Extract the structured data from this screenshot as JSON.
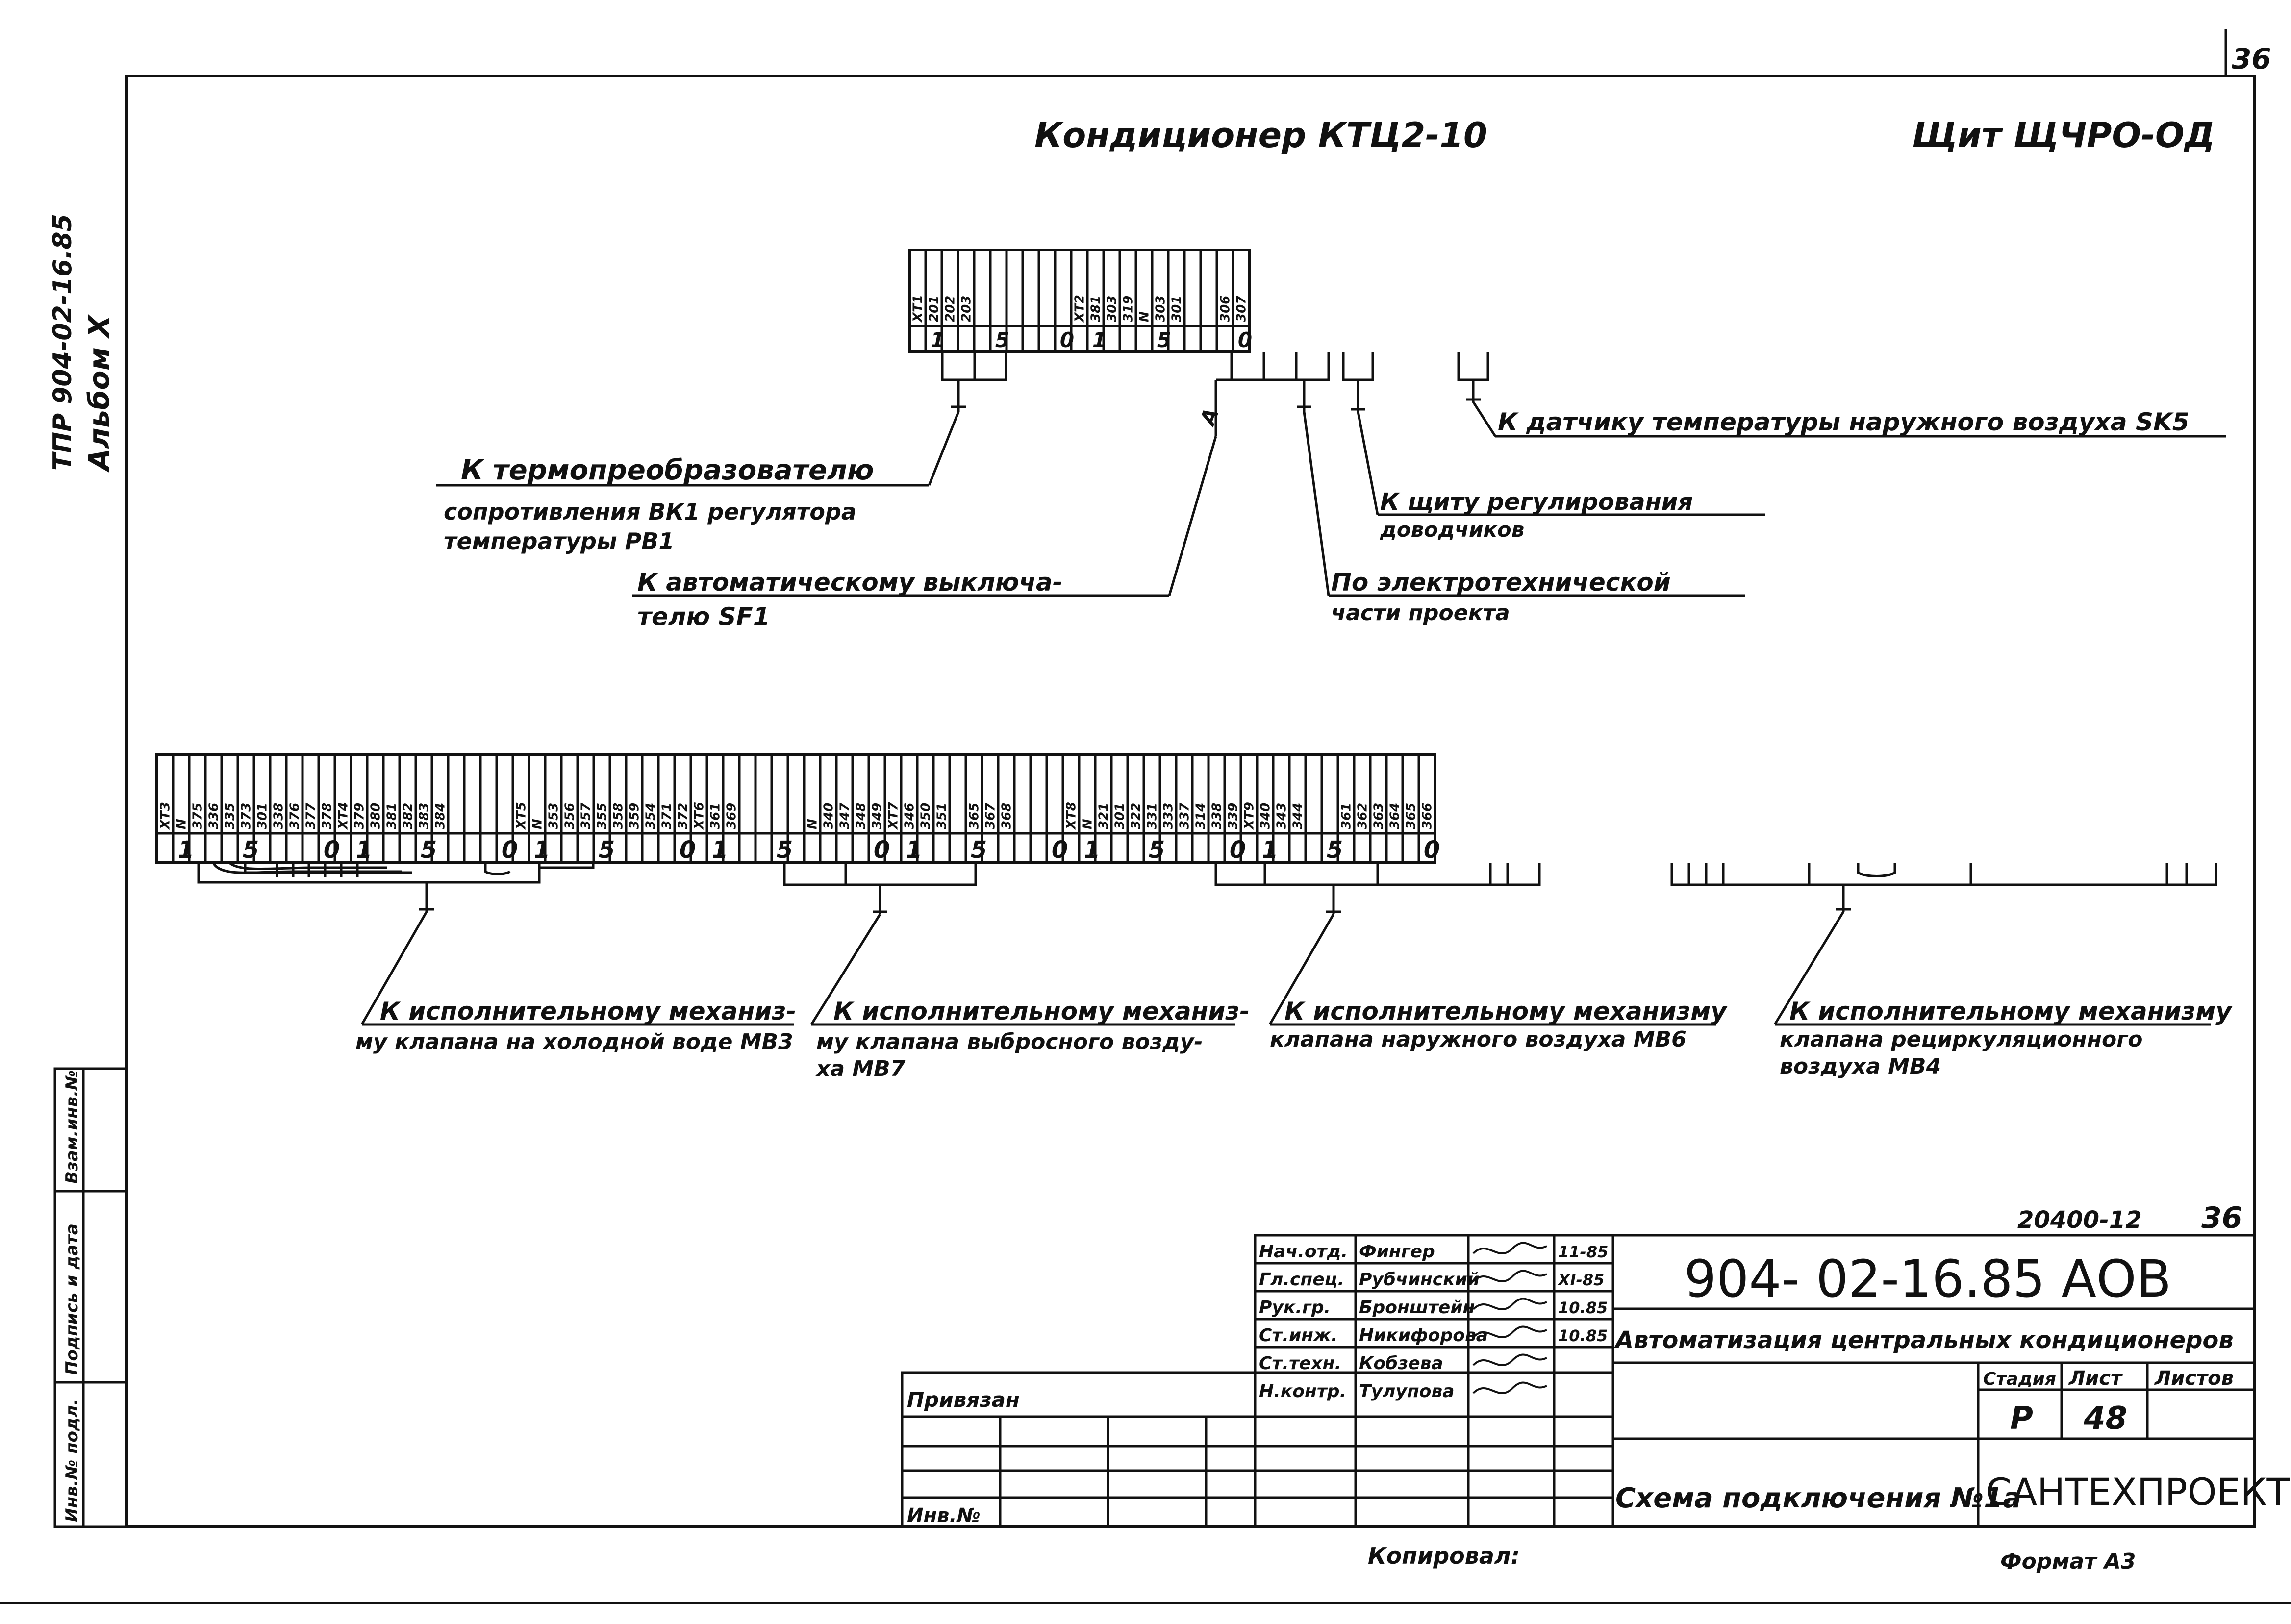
{
  "sheet_corner": "36",
  "side": {
    "project_line1": "ТПР 904-02-16.85",
    "project_line2": "Альбом X"
  },
  "header": {
    "conditioner": "Кондиционер КТЦ2-10",
    "panel": "Щит ЩЧРО-ОД"
  },
  "top_strip": {
    "cells": [
      {
        "top": "XT1",
        "bottom": ""
      },
      {
        "top": "201",
        "bottom": "1"
      },
      {
        "top": "202",
        "bottom": ""
      },
      {
        "top": "203",
        "bottom": ""
      },
      {
        "top": "",
        "bottom": ""
      },
      {
        "top": "",
        "bottom": "5"
      },
      {
        "top": "",
        "bottom": ""
      },
      {
        "top": "",
        "bottom": ""
      },
      {
        "top": "",
        "bottom": ""
      },
      {
        "top": "",
        "bottom": "0"
      },
      {
        "top": "XT2",
        "bottom": ""
      },
      {
        "top": "381",
        "bottom": "1"
      },
      {
        "top": "303",
        "bottom": ""
      },
      {
        "top": "319",
        "bottom": ""
      },
      {
        "top": "N",
        "bottom": ""
      },
      {
        "top": "303",
        "bottom": "5"
      },
      {
        "top": "301",
        "bottom": ""
      },
      {
        "top": "",
        "bottom": ""
      },
      {
        "top": "",
        "bottom": ""
      },
      {
        "top": "306",
        "bottom": ""
      },
      {
        "top": "307",
        "bottom": "0"
      }
    ]
  },
  "top_labels": {
    "a_line1": "К термопреобразователю",
    "a_line2": "сопротивления ВК1 регулятора",
    "a_line3": "температуры РВ1",
    "b_line1": "К автоматическому выключа-",
    "b_line2": "телю SF1",
    "c_line1": "По электротехнической",
    "c_line2": "части проекта",
    "d_line1": "К щиту регулирования",
    "d_line2": "доводчиков",
    "e_line1": "К датчику температуры наружного воздуха SK5",
    "wire_mark": "A"
  },
  "bottom_strip": {
    "cells": [
      {
        "top": "XT3",
        "bottom": ""
      },
      {
        "top": "N",
        "bottom": "1"
      },
      {
        "top": "375",
        "bottom": ""
      },
      {
        "top": "336",
        "bottom": ""
      },
      {
        "top": "335",
        "bottom": ""
      },
      {
        "top": "373",
        "bottom": "5"
      },
      {
        "top": "301",
        "bottom": ""
      },
      {
        "top": "338",
        "bottom": ""
      },
      {
        "top": "376",
        "bottom": ""
      },
      {
        "top": "377",
        "bottom": ""
      },
      {
        "top": "378",
        "bottom": "0"
      },
      {
        "top": "XT4",
        "bottom": ""
      },
      {
        "top": "379",
        "bottom": "1"
      },
      {
        "top": "380",
        "bottom": ""
      },
      {
        "top": "381",
        "bottom": ""
      },
      {
        "top": "382",
        "bottom": ""
      },
      {
        "top": "383",
        "bottom": "5"
      },
      {
        "top": "384",
        "bottom": ""
      },
      {
        "top": "",
        "bottom": ""
      },
      {
        "top": "",
        "bottom": ""
      },
      {
        "top": "",
        "bottom": ""
      },
      {
        "top": "",
        "bottom": "0"
      },
      {
        "top": "XT5",
        "bottom": ""
      },
      {
        "top": "N",
        "bottom": "1"
      },
      {
        "top": "353",
        "bottom": ""
      },
      {
        "top": "356",
        "bottom": ""
      },
      {
        "top": "357",
        "bottom": ""
      },
      {
        "top": "355",
        "bottom": "5"
      },
      {
        "top": "358",
        "bottom": ""
      },
      {
        "top": "359",
        "bottom": ""
      },
      {
        "top": "354",
        "bottom": ""
      },
      {
        "top": "371",
        "bottom": ""
      },
      {
        "top": "372",
        "bottom": "0"
      },
      {
        "top": "XT6",
        "bottom": ""
      },
      {
        "top": "361",
        "bottom": "1"
      },
      {
        "top": "369",
        "bottom": ""
      },
      {
        "top": "",
        "bottom": ""
      },
      {
        "top": "",
        "bottom": ""
      },
      {
        "top": "",
        "bottom": "5"
      },
      {
        "top": "",
        "bottom": ""
      },
      {
        "top": "N",
        "bottom": ""
      },
      {
        "top": "340",
        "bottom": ""
      },
      {
        "top": "347",
        "bottom": ""
      },
      {
        "top": "348",
        "bottom": ""
      },
      {
        "top": "349",
        "bottom": "0"
      },
      {
        "top": "XT7",
        "bottom": ""
      },
      {
        "top": "346",
        "bottom": "1"
      },
      {
        "top": "350",
        "bottom": ""
      },
      {
        "top": "351",
        "bottom": ""
      },
      {
        "top": "",
        "bottom": ""
      },
      {
        "top": "365",
        "bottom": "5"
      },
      {
        "top": "367",
        "bottom": ""
      },
      {
        "top": "368",
        "bottom": ""
      },
      {
        "top": "",
        "bottom": ""
      },
      {
        "top": "",
        "bottom": ""
      },
      {
        "top": "",
        "bottom": "0"
      },
      {
        "top": "XT8",
        "bottom": ""
      },
      {
        "top": "N",
        "bottom": "1"
      },
      {
        "top": "321",
        "bottom": ""
      },
      {
        "top": "301",
        "bottom": ""
      },
      {
        "top": "322",
        "bottom": ""
      },
      {
        "top": "331",
        "bottom": "5"
      },
      {
        "top": "333",
        "bottom": ""
      },
      {
        "top": "337",
        "bottom": ""
      },
      {
        "top": "314",
        "bottom": ""
      },
      {
        "top": "338",
        "bottom": ""
      },
      {
        "top": "339",
        "bottom": "0"
      },
      {
        "top": "XT9",
        "bottom": ""
      },
      {
        "top": "340",
        "bottom": "1"
      },
      {
        "top": "343",
        "bottom": ""
      },
      {
        "top": "344",
        "bottom": ""
      },
      {
        "top": "",
        "bottom": ""
      },
      {
        "top": "",
        "bottom": "5"
      },
      {
        "top": "361",
        "bottom": ""
      },
      {
        "top": "362",
        "bottom": ""
      },
      {
        "top": "363",
        "bottom": ""
      },
      {
        "top": "364",
        "bottom": ""
      },
      {
        "top": "365",
        "bottom": ""
      },
      {
        "top": "366",
        "bottom": "0"
      }
    ]
  },
  "bottom_labels": {
    "m1_line1": "К исполнительному механиз-",
    "m1_line2": "му клапана на холодной воде МВ3",
    "m2_line1": "К исполнительному механиз-",
    "m2_line2": "му клапана выбросного возду-",
    "m2_line3": "ха МВ7",
    "m3_line1": "К исполнительному механизму",
    "m3_line2": "клапана наружного воздуха МВ6",
    "m4_line1": "К исполнительному механизму",
    "m4_line2": "клапана рециркуляционного",
    "m4_line3": "воздуха МВ4"
  },
  "stamp": {
    "order_no": "20400-12",
    "sheet_ref": "36",
    "doc_code": "904- 02-16.85 АОВ",
    "title": "Автоматизация центральных кондиционеров",
    "scheme": "Схема подключения №1а",
    "org": "САНТЕХПРОЕКТ",
    "stage_h": "Стадия",
    "sheet_h": "Лист",
    "sheets_h": "Листов",
    "stage": "Р",
    "sheet": "48",
    "privyazan": "Привязан",
    "inv_no": "Инв.№",
    "copied": "Копировал:",
    "format": "Формат А3",
    "roles": [
      {
        "role": "Нач.отд.",
        "name": "Фингер",
        "date": "11-85"
      },
      {
        "role": "Гл.спец.",
        "name": "Рубчинский",
        "date": "XI-85"
      },
      {
        "role": "Рук.гр.",
        "name": "Бронштейн",
        "date": "10.85"
      },
      {
        "role": "Ст.инж.",
        "name": "Никифорова",
        "date": "10.85"
      },
      {
        "role": "Ст.техн.",
        "name": "Кобзева",
        "date": ""
      },
      {
        "role": "Н.контр.",
        "name": "Тулупова",
        "date": ""
      }
    ]
  },
  "left_box": {
    "c1": "Взам.инв.№",
    "c2": "Подпись и дата",
    "c3": "Инв.№ подл."
  }
}
